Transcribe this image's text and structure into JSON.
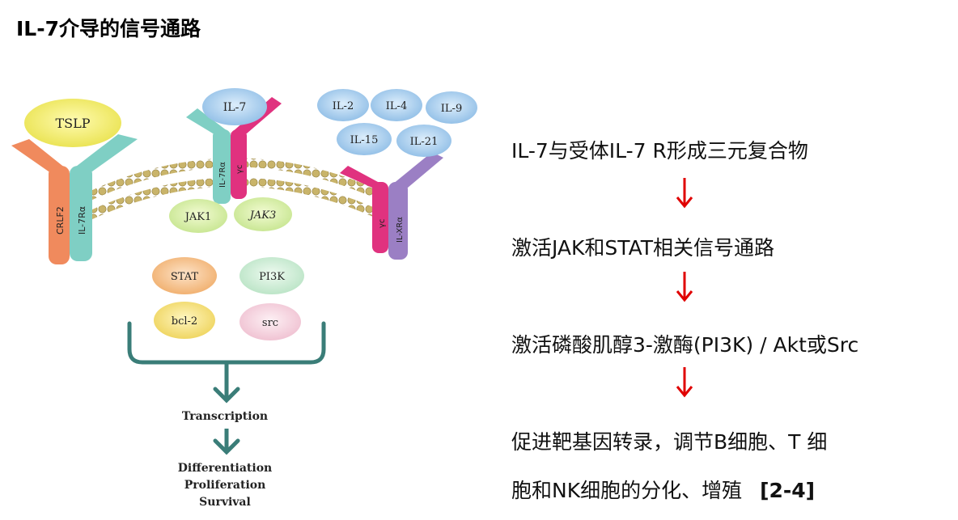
{
  "title": "IL-7介导的信号通路",
  "diagram": {
    "nodes": {
      "tslp": "TSLP",
      "crlf2": "CRLF2",
      "il7ra_left": "IL-7Rα",
      "il7": "IL-7",
      "il7ra_mid": "IL-7Rα",
      "gc_mid": "γc",
      "il2": "IL-2",
      "il4": "IL-4",
      "il9": "IL-9",
      "il15": "IL-15",
      "il21": "IL-21",
      "gc_right": "γc",
      "ilxra": "IL-XRα",
      "jak1": "JAK1",
      "jak3": "JAK3",
      "stat": "STAT",
      "pi3k": "PI3K",
      "bcl2": "bcl-2",
      "src": "src",
      "transcription": "Transcription",
      "differentiation": "Differentiation",
      "proliferation": "Proliferation",
      "survival": "Survival"
    }
  },
  "flow": {
    "step1": "IL-7与受体IL-7 R形成三元复合物",
    "step2": "激活JAK和STAT相关信号通路",
    "step3": "激活磷酸肌醇3-激酶(PI3K) / Akt或Src",
    "step4_line1": "促进靶基因转录，调节B细胞、T 细",
    "step4_line2": "胞和NK细胞的分化、增殖",
    "ref": "[2-4]"
  },
  "colors": {
    "teal": "#7fcfc4",
    "magenta": "#e0327f",
    "orange": "#f08a5d",
    "purple": "#9b7fc4",
    "membrane": "#c9b46a",
    "arrow_red": "#e00000",
    "dark_teal": "#3a7d78"
  }
}
